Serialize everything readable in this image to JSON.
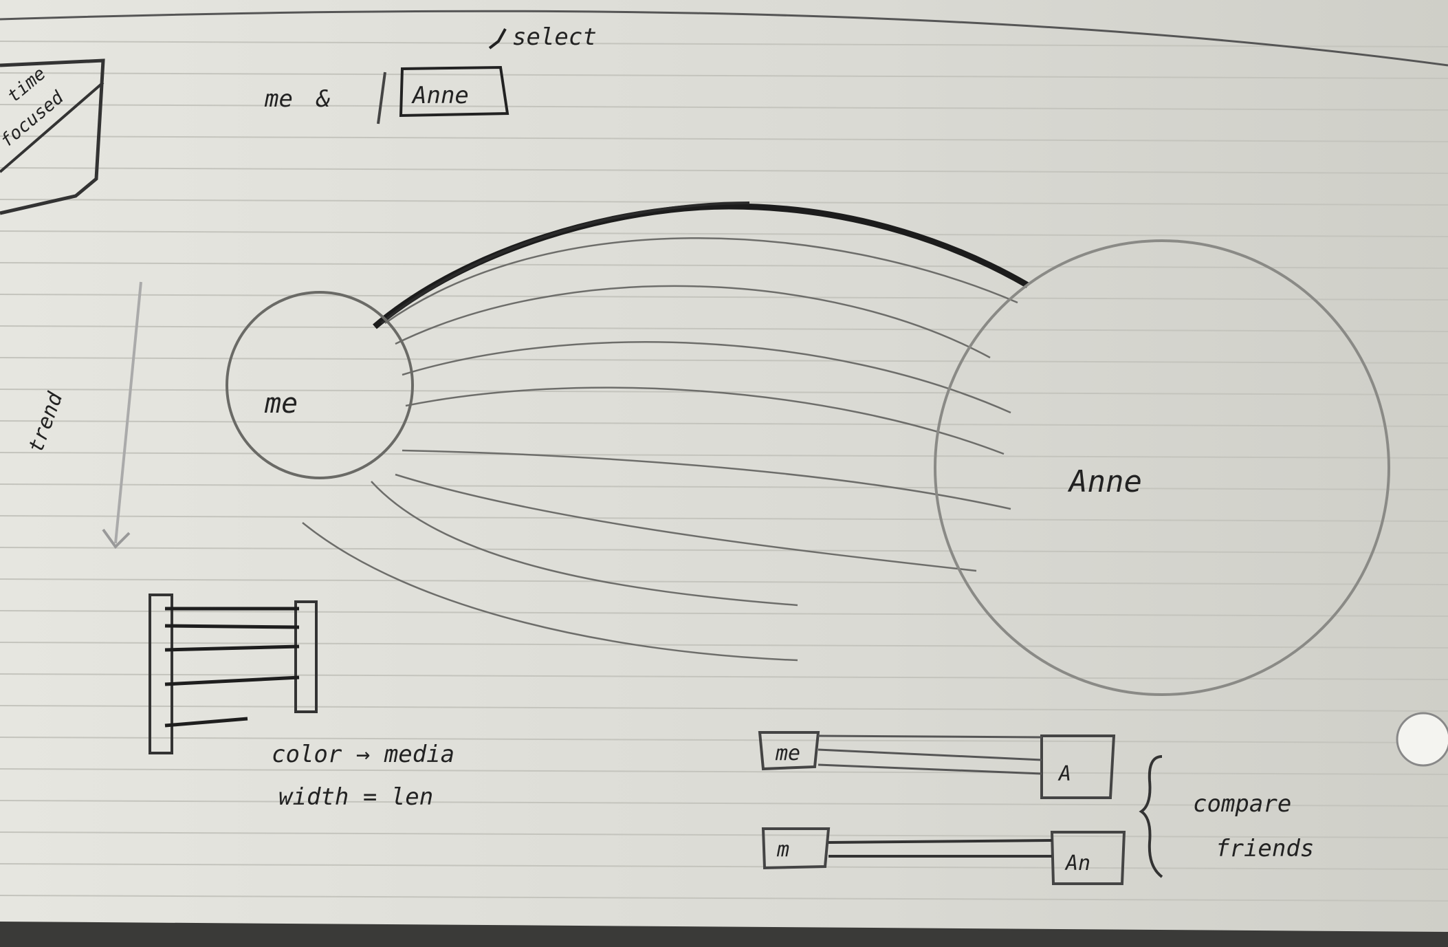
{
  "top_label": {
    "select_note": "select",
    "me": "me",
    "amp": "&",
    "friend_box": "Anne"
  },
  "node_me": {
    "label": "me"
  },
  "node_friend": {
    "label": "Anne"
  },
  "axis": {
    "label": "trend"
  },
  "legend": {
    "color": "color → media",
    "width": "width = len"
  },
  "compare": {
    "row1": {
      "left": "me",
      "right": "A"
    },
    "row2": {
      "left": "m",
      "right": "An"
    },
    "label_line1": "compare",
    "label_line2": "friends"
  },
  "corner_label": {
    "line1": "time",
    "line2": "focused"
  }
}
